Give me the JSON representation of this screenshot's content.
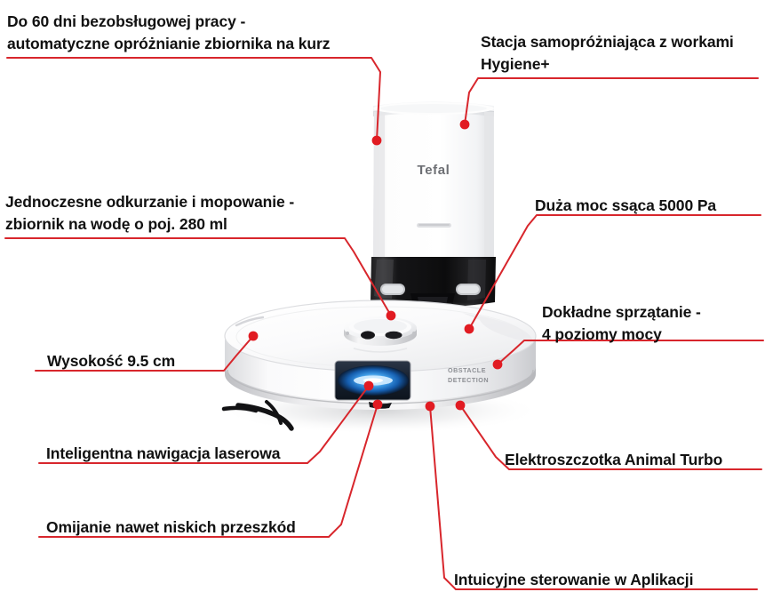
{
  "page": {
    "title": "Tefal robot vacuum annotated product diagram",
    "background_color": "#ffffff",
    "accent_color": "#d8262c",
    "text_color": "#111111"
  },
  "product": {
    "brand_logo": "Tefal",
    "robot_badge_line1": "OBSTACLE",
    "robot_badge_line2": "DETECTION",
    "colors": {
      "body_white": "#fbfbfb",
      "body_shadow": "#d6d7d9",
      "dock_black": "#121212",
      "sensor_blue": "#1b7fe0",
      "sensor_glow": "#bfe4ff"
    }
  },
  "callouts": [
    {
      "id": "auto-empty",
      "lines": [
        "Do 60 dni bezobsługowej pracy -",
        "automatyczne opróżnianie zbiornika na kurz"
      ],
      "position": "top-left"
    },
    {
      "id": "self-empty-station",
      "lines": [
        "Stacja samopróżniająca z workami",
        "Hygiene+"
      ],
      "position": "top-right"
    },
    {
      "id": "vacuum-and-mop",
      "lines": [
        "Jednoczesne odkurzanie i mopowanie -",
        "zbiornik na wodę o poj. 280 ml"
      ],
      "position": "middle-left"
    },
    {
      "id": "suction-power",
      "lines": [
        "Duża moc ssąca 5000 Pa"
      ],
      "position": "middle-right"
    },
    {
      "id": "power-levels",
      "lines": [
        "Dokładne sprzątanie -",
        "4 poziomy mocy"
      ],
      "position": "right"
    },
    {
      "id": "height",
      "lines": [
        "Wysokość 9.5 cm"
      ],
      "position": "left"
    },
    {
      "id": "laser-navigation",
      "lines": [
        "Inteligentna nawigacja laserowa"
      ],
      "position": "lower-left"
    },
    {
      "id": "obstacle-avoidance",
      "lines": [
        "Omijanie nawet niskich przeszkód"
      ],
      "position": "bottom-left"
    },
    {
      "id": "animal-turbo-brush",
      "lines": [
        "Elektroszczotka Animal Turbo"
      ],
      "position": "lower-right"
    },
    {
      "id": "app-control",
      "lines": [
        "Intuicyjne sterowanie w Aplikacji"
      ],
      "position": "bottom-right"
    }
  ]
}
